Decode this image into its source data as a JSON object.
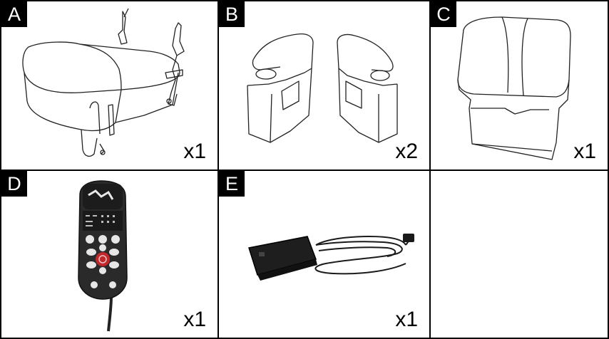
{
  "parts": [
    {
      "letter": "A",
      "quantity": "x1",
      "item": "seat-base"
    },
    {
      "letter": "B",
      "quantity": "x2",
      "item": "armrests"
    },
    {
      "letter": "C",
      "quantity": "x1",
      "item": "backrest"
    },
    {
      "letter": "D",
      "quantity": "x1",
      "item": "remote-control"
    },
    {
      "letter": "E",
      "quantity": "x1",
      "item": "power-adapter"
    },
    {
      "letter": "",
      "quantity": "",
      "item": ""
    }
  ]
}
